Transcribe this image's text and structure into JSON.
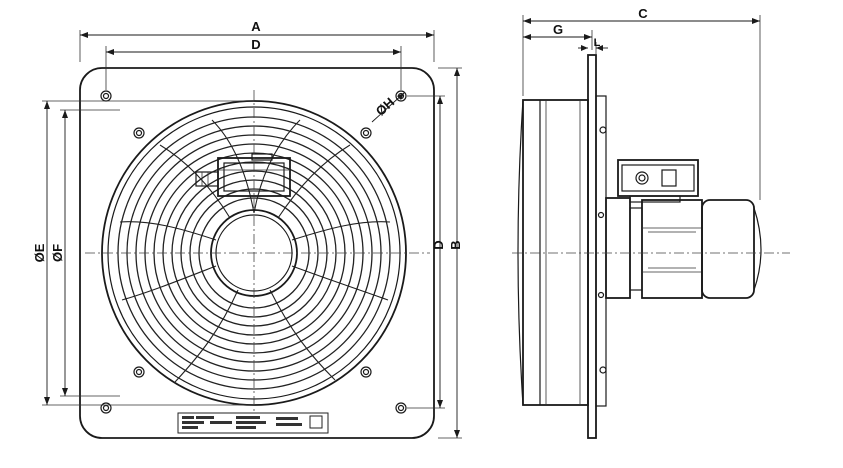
{
  "labels": {
    "A": "A",
    "B": "B",
    "C": "C",
    "D_top": "D",
    "D_side": "D",
    "E": "ØE",
    "F": "ØF",
    "G": "G",
    "H": "ØH",
    "L": "L"
  },
  "icons": {
    "mount_hole": "mounting-hole-icon",
    "plate": "rating-plate"
  },
  "colors": {
    "line": "#1a1a1a",
    "background": "#ffffff"
  }
}
